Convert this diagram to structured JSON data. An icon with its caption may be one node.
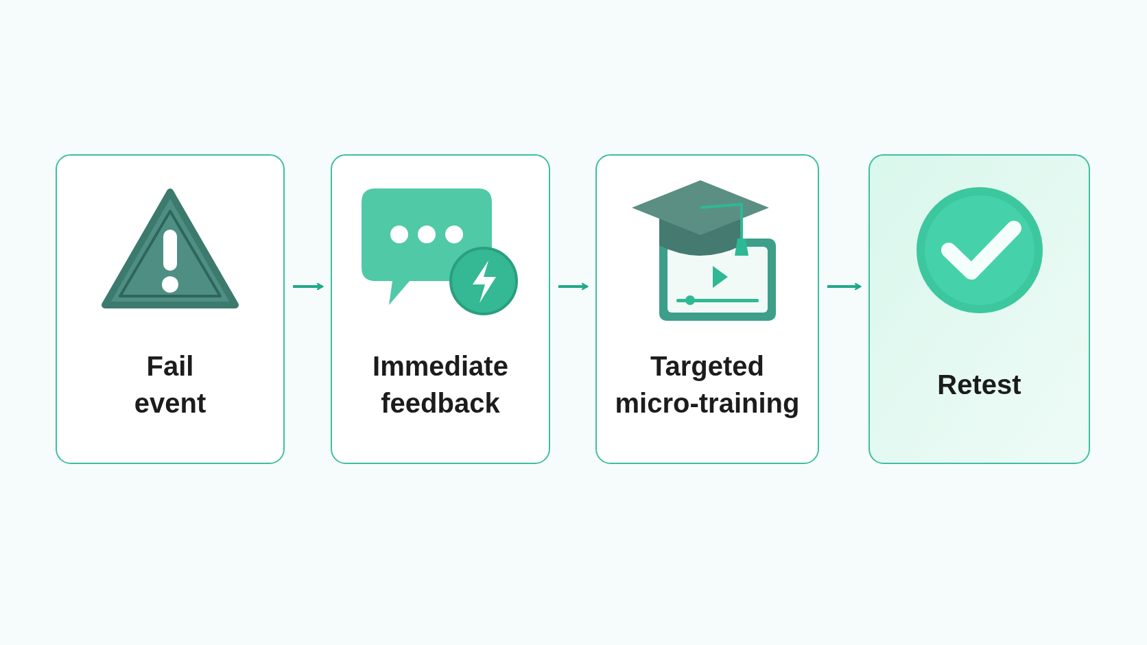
{
  "diagram": {
    "nodes": [
      {
        "text": [
          "Fail event"
        ]
      },
      {
        "text": [
          "Immediate feedback"
        ]
      },
      {
        "text": [
          "Targeted micro-training"
        ]
      },
      {
        "text": [
          "Retest"
        ]
      }
    ],
    "edges": [
      {
        "from": 0,
        "to": 1,
        "arrow": "to"
      },
      {
        "from": 1,
        "to": 2,
        "arrow": "to"
      },
      {
        "from": 2,
        "to": 3,
        "arrow": "to"
      }
    ]
  }
}
